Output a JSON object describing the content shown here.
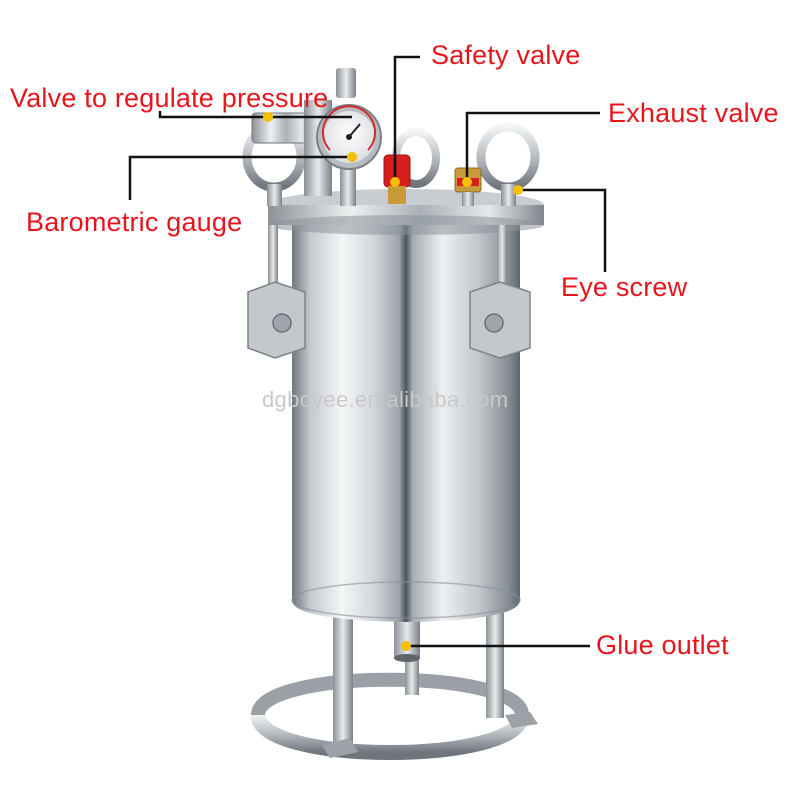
{
  "callouts": {
    "valve_to_regulate_pressure": "Valve to regulate pressure",
    "safety_valve": "Safety valve",
    "exhaust_valve": "Exhaust valve",
    "barometric_gauge": "Barometric gauge",
    "eye_screw": "Eye screw",
    "glue_outlet": "Glue outlet"
  },
  "watermark": "dgboyee.en.alibaba.com",
  "colors": {
    "label_text": "#e8141c",
    "leader_line": "#111111",
    "marker_dot": "#f5c000",
    "steel_light": "#f2f4f6",
    "steel_mid": "#bfc5cb",
    "steel_dark": "#7d848b",
    "valve_red": "#d81e1e",
    "valve_brass": "#c79a3a"
  },
  "icons": {
    "marker": "yellow-dot",
    "gauge": "pressure-gauge-dial"
  }
}
